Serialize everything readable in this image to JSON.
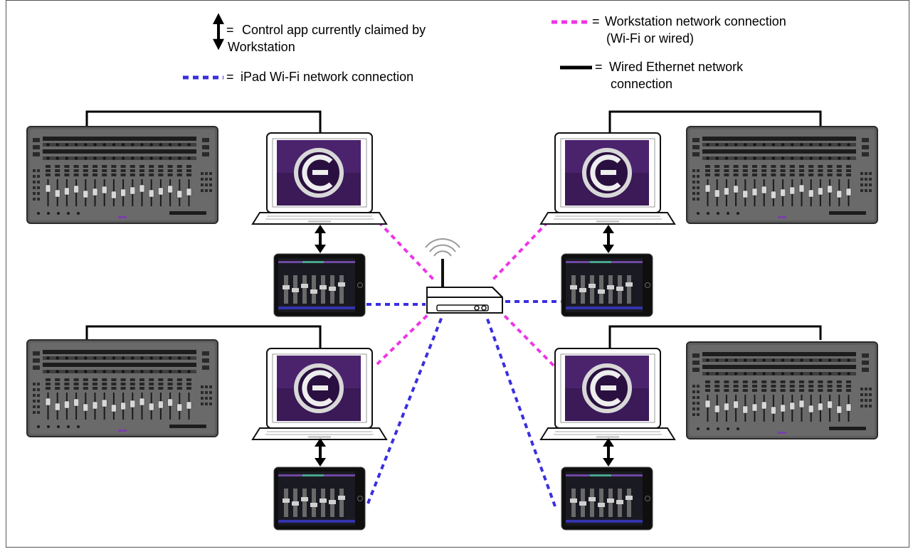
{
  "legend": {
    "control_app": {
      "symbol": "=",
      "line1": "Control app currently claimed by",
      "line2": "Workstation"
    },
    "ipad_wifi": {
      "symbol": "=",
      "label": "iPad Wi-Fi network connection",
      "color": "#3a2ee0"
    },
    "workstation_net": {
      "symbol": "=",
      "line1": "Workstation network connection",
      "line2": "(Wi-Fi or wired)",
      "color": "#ee35e6"
    },
    "ethernet": {
      "symbol": "=",
      "line1": "Wired Ethernet network",
      "line2": "connection",
      "color": "#000000"
    }
  },
  "devices": {
    "surfaces": 4,
    "laptops": 4,
    "ipads": 4,
    "router": 1
  },
  "colors": {
    "surface_body": "#606060",
    "surface_dark": "#2a2a2a",
    "app_logo_purple": "#4a1f6e",
    "ipad_body": "#111111"
  }
}
